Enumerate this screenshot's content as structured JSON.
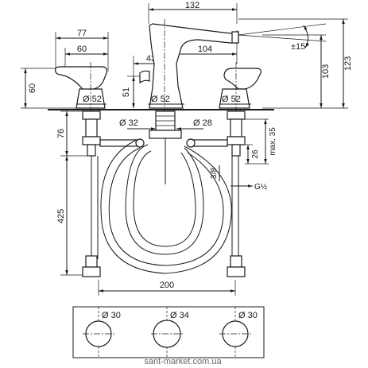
{
  "dimensions": {
    "width_top": "132",
    "handle_width_outer": "77",
    "handle_width_inner": "60",
    "spout_offset": "43",
    "spout_reach": "104",
    "angle": "±15°",
    "height_total": "123",
    "height_spout": "103",
    "handle_height": "60",
    "spout_low": "51",
    "dia_left": "Ø 52",
    "dia_center": "Ø 52",
    "dia_right": "Ø 52",
    "dia_32": "Ø 32",
    "dia_28": "Ø 28",
    "shank_76": "76",
    "nut_26": "26",
    "max_35": "max. 35",
    "thread_3_8": "3/8",
    "thread_g12": "G½",
    "hose_425": "425",
    "spacing_200": "200",
    "hole_left": "Ø 30",
    "hole_center": "Ø 34",
    "hole_right": "Ø 30"
  },
  "watermark": "sant-market.com.ua"
}
